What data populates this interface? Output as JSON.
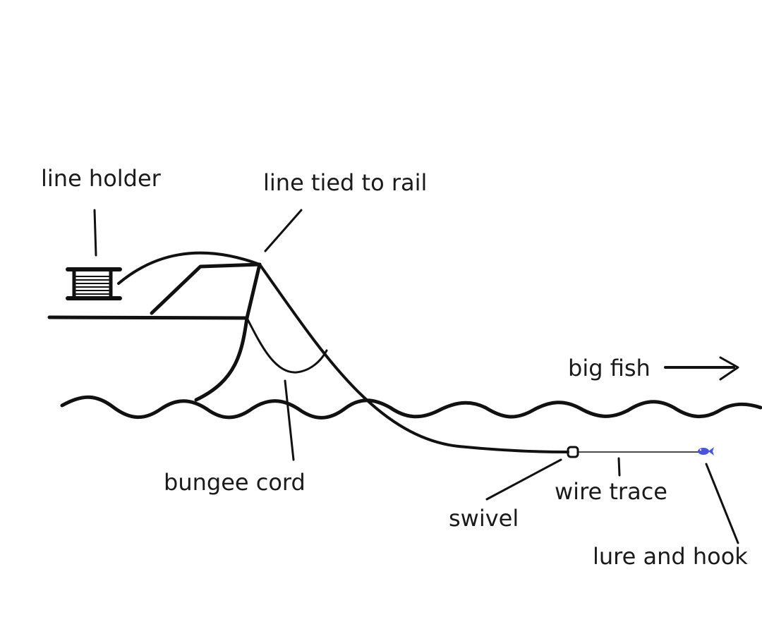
{
  "labels": {
    "line_holder": "line holder",
    "line_tied_to_rail": "line tied to rail",
    "big_fish": "big fish",
    "bungee_cord": "bungee cord",
    "swivel": "swivel",
    "wire_trace": "wire trace",
    "lure_and_hook": "lure and hook"
  },
  "colors": {
    "ink": "#111111",
    "lure": "#4a55d8"
  },
  "icons": {
    "spool": "line-spool-icon",
    "arrow": "arrow-right-icon",
    "lure": "fish-lure-icon"
  }
}
